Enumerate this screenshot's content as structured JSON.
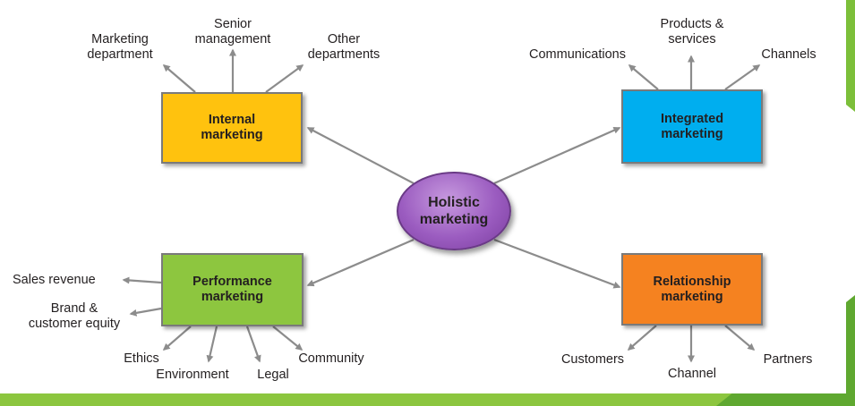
{
  "center": {
    "label": "Holistic\nmarketing",
    "color": "#9b5cc0"
  },
  "internal": {
    "label": "Internal\nmarketing",
    "color": "#ffc20e",
    "items": [
      "Marketing\ndepartment",
      "Senior\nmanagement",
      "Other\ndepartments"
    ]
  },
  "integrated": {
    "label": "Integrated\nmarketing",
    "color": "#00aeef",
    "items": [
      "Communications",
      "Products &\nservices",
      "Channels"
    ]
  },
  "performance": {
    "label": "Performance\nmarketing",
    "color": "#8dc63f",
    "items": [
      "Sales revenue",
      "Brand &\ncustomer equity",
      "Ethics",
      "Environment",
      "Legal",
      "Community"
    ]
  },
  "relationship": {
    "label": "Relationship\nmarketing",
    "color": "#f58220",
    "items": [
      "Customers",
      "Channel",
      "Partners"
    ]
  },
  "slide_accent": "#7cbf3a"
}
